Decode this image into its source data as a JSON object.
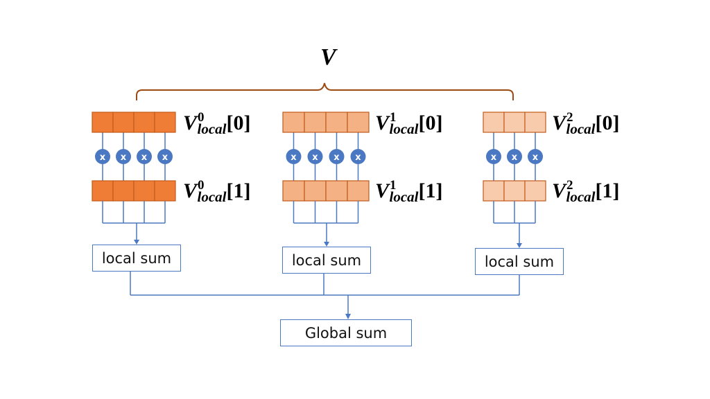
{
  "title": "V",
  "colors": {
    "line": "#4a78c2",
    "mult": "#4a78c2",
    "cell_border": "#c05a1a",
    "brace": "#9c4a14",
    "group0_fill": "#f07d35",
    "group1_fill": "#f4b183",
    "group2_fill": "#f8cbad"
  },
  "multiply_symbol": "x",
  "groups": [
    {
      "rank": "0",
      "cells": 4,
      "label_base": "V",
      "label_sub": "local",
      "row_labels": [
        "[0]",
        "[1]"
      ],
      "local_sum_label": "local sum"
    },
    {
      "rank": "1",
      "cells": 4,
      "label_base": "V",
      "label_sub": "local",
      "row_labels": [
        "[0]",
        "[1]"
      ],
      "local_sum_label": "local sum"
    },
    {
      "rank": "2",
      "cells": 3,
      "label_base": "V",
      "label_sub": "local",
      "row_labels": [
        "[0]",
        "[1]"
      ],
      "local_sum_label": "local sum"
    }
  ],
  "global_sum_label": "Global sum"
}
